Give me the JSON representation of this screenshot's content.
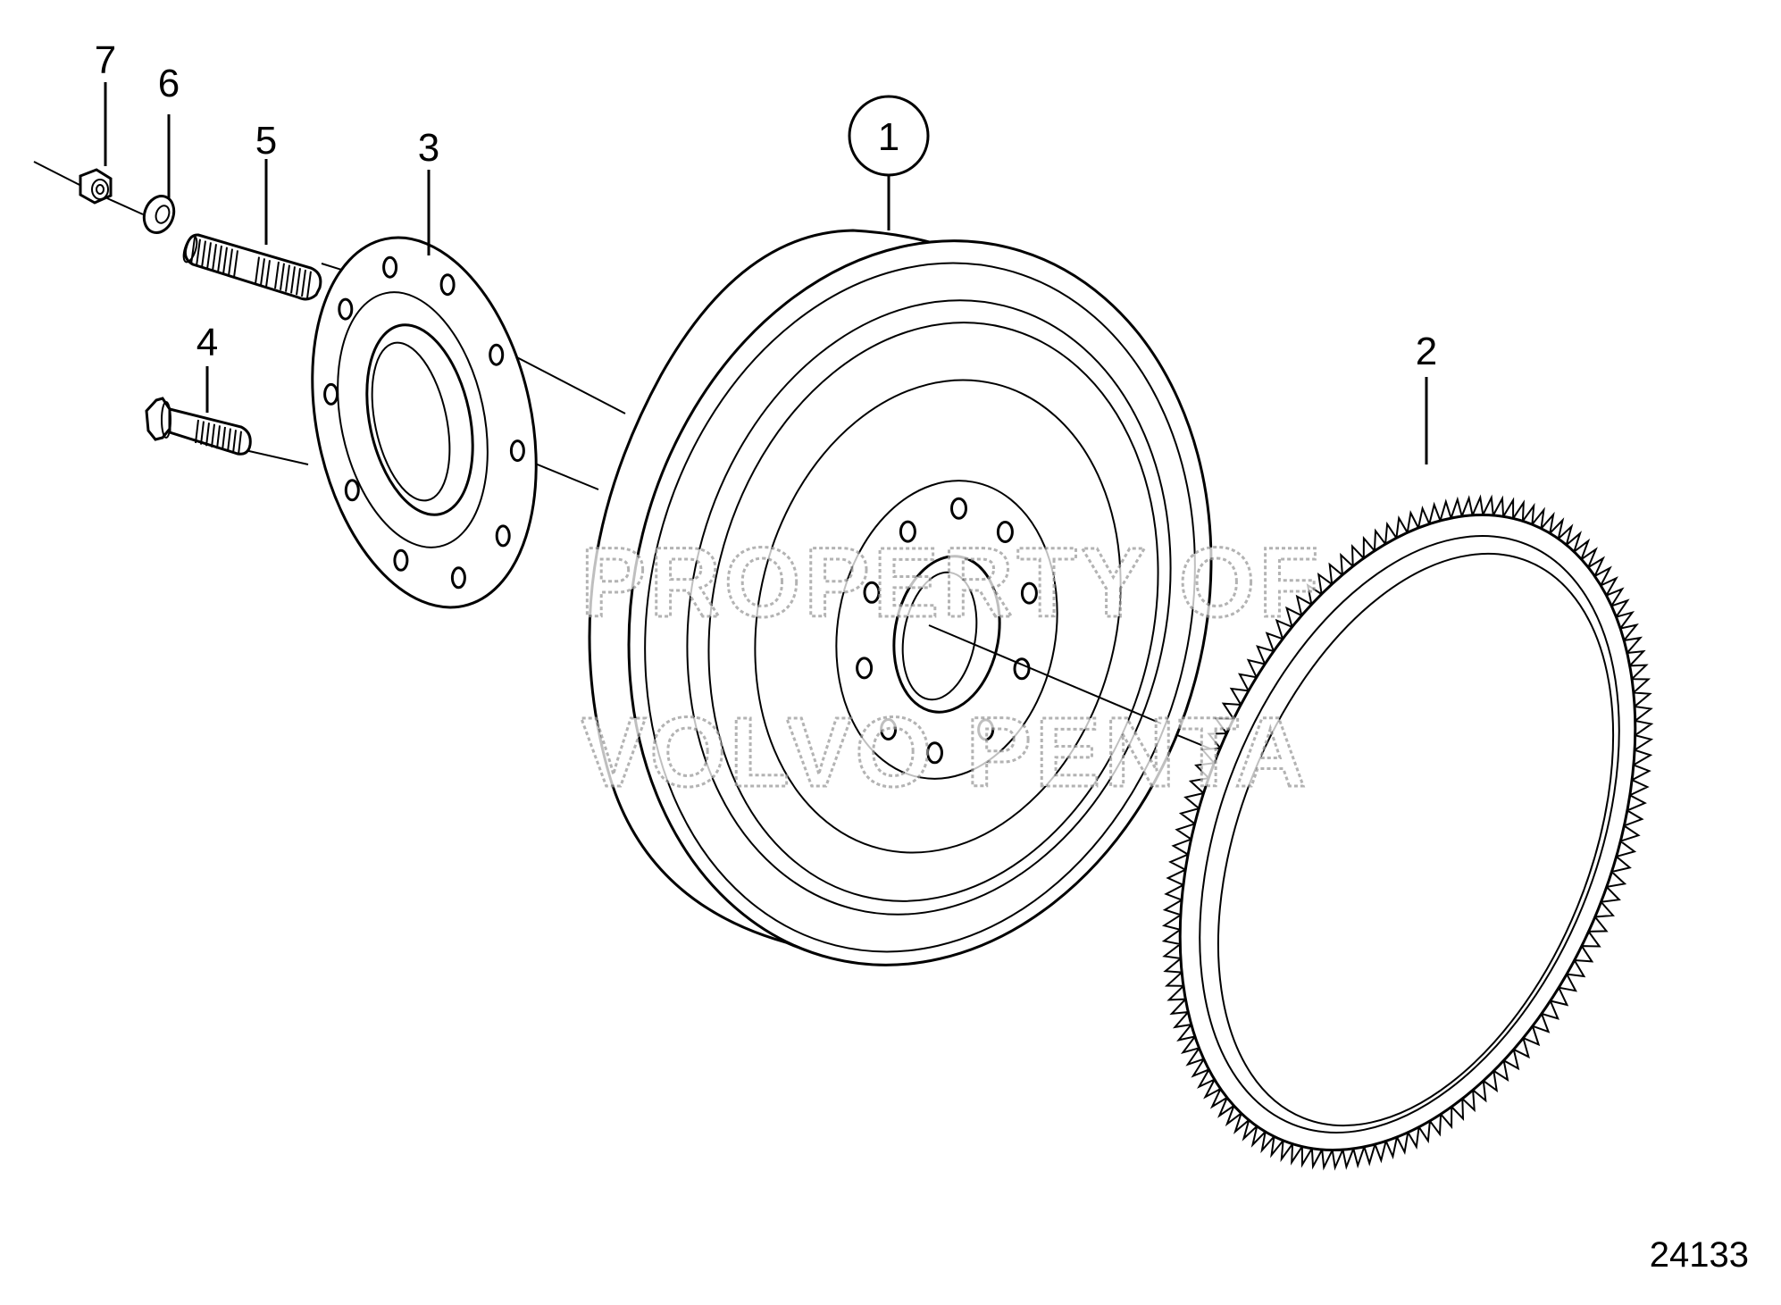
{
  "figure_number": "24133",
  "watermark": [
    "PROPERTY OF",
    "VOLVO PENTA"
  ],
  "callouts": [
    {
      "id": "1",
      "label": "1",
      "part": "flywheel",
      "circled": true
    },
    {
      "id": "2",
      "label": "2",
      "part": "ring-gear",
      "circled": false
    },
    {
      "id": "3",
      "label": "3",
      "part": "flange-plate",
      "circled": false
    },
    {
      "id": "4",
      "label": "4",
      "part": "flange-bolt",
      "circled": false
    },
    {
      "id": "5",
      "label": "5",
      "part": "stud",
      "circled": false
    },
    {
      "id": "6",
      "label": "6",
      "part": "washer",
      "circled": false
    },
    {
      "id": "7",
      "label": "7",
      "part": "nut",
      "circled": false
    }
  ],
  "colors": {
    "line": "#000000",
    "background": "#ffffff",
    "watermark": "#9a9a9a"
  }
}
